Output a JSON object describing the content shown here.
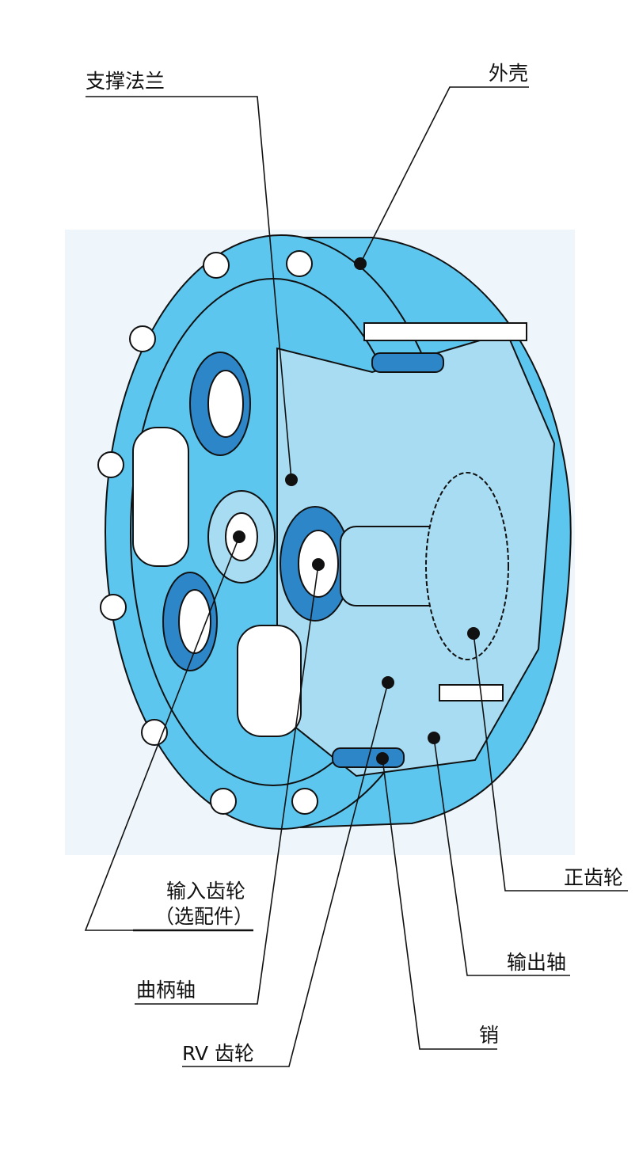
{
  "labels": {
    "support_flange": "支撑法兰",
    "housing": "外壳",
    "spur_gear": "正齿轮",
    "input_gear": "输入齿轮",
    "input_gear_note": "（选配件）",
    "crankshaft": "曲柄轴",
    "output_shaft": "输出轴",
    "pin": "销",
    "rv_gear": "RV 齿轮"
  },
  "colors": {
    "body_blue": "#5cc6ee",
    "light_blue": "#a8dcf2",
    "dark_blue": "#2d86c8",
    "outline": "#111111"
  }
}
